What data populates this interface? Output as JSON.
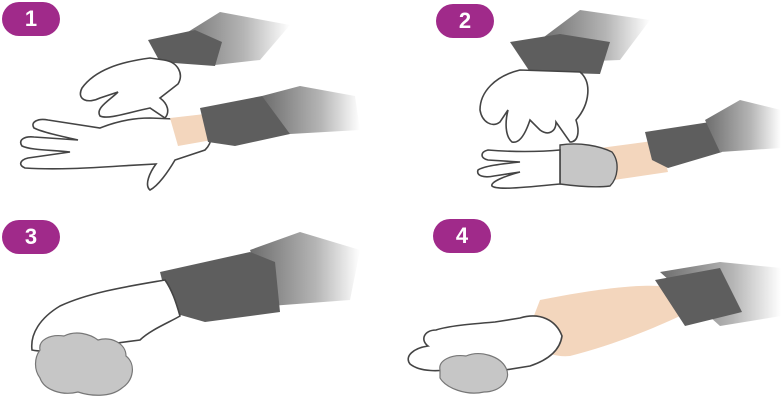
{
  "steps": [
    {
      "number": "1"
    },
    {
      "number": "2"
    },
    {
      "number": "3"
    },
    {
      "number": "4"
    }
  ],
  "colors": {
    "badge": "#a02a8a",
    "cuff": "#5e5e5e",
    "sleeve": "#8a8a8a",
    "skin": "#f3d6bd",
    "glove_fill": "#ffffff",
    "glove_outline": "#444444",
    "glove_inside_out": "#c6c6c6"
  }
}
